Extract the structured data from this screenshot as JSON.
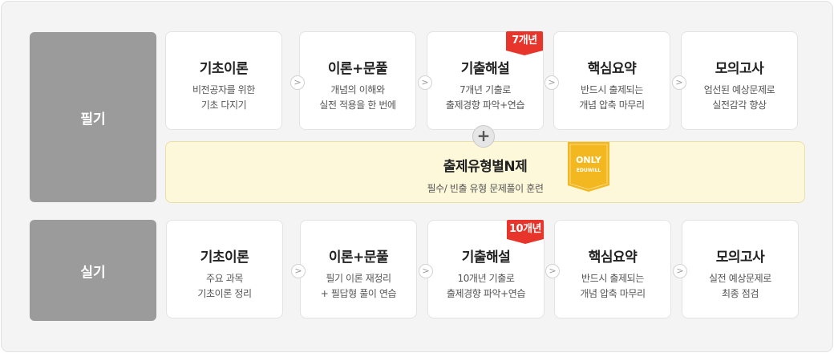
{
  "sections": [
    {
      "label": "필기",
      "steps": [
        {
          "title": "기초이론",
          "desc1": "비전공자를 위한",
          "desc2": "기초 다지기"
        },
        {
          "title": "이론+문풀",
          "desc1": "개념의 이해와",
          "desc2": "실전 적용을 한 번에"
        },
        {
          "title": "기출해설",
          "desc1": "7개년 기출로",
          "desc2": "출제경향 파악+연습",
          "badge": "7개년"
        },
        {
          "title": "핵심요약",
          "desc1": "반드시 출제되는",
          "desc2": "개념 압축 마무리"
        },
        {
          "title": "모의고사",
          "desc1": "엄선된 예상문제로",
          "desc2": "실전감각 향상"
        }
      ],
      "extra": {
        "title": "출제유형별N제",
        "desc": "필수/ 빈출 유형 문제풀이 훈련",
        "ribbon_line1": "ONLY",
        "ribbon_line2": "EDUWILL"
      }
    },
    {
      "label": "실기",
      "steps": [
        {
          "title": "기초이론",
          "desc1": "주요 과목",
          "desc2": "기초이론 정리"
        },
        {
          "title": "이론+문풀",
          "desc1": "필기 이론 재정리",
          "desc2": "+ 필답형 풀이 연습"
        },
        {
          "title": "기출해설",
          "desc1": "10개년 기출로",
          "desc2": "출제경향 파악+연습",
          "badge": "10개년"
        },
        {
          "title": "핵심요약",
          "desc1": "반드시 출제되는",
          "desc2": "개념 압축 마무리"
        },
        {
          "title": "모의고사",
          "desc1": "실전 예상문제로",
          "desc2": "최종 점검"
        }
      ]
    }
  ],
  "arrow_icon": "chevron-right-icon",
  "plus_icon": "plus-icon",
  "colors": {
    "badge": "#e8352b",
    "ribbon": "#f3b820",
    "side": "#9b9b9b",
    "highlight": "#fdf8d9"
  }
}
